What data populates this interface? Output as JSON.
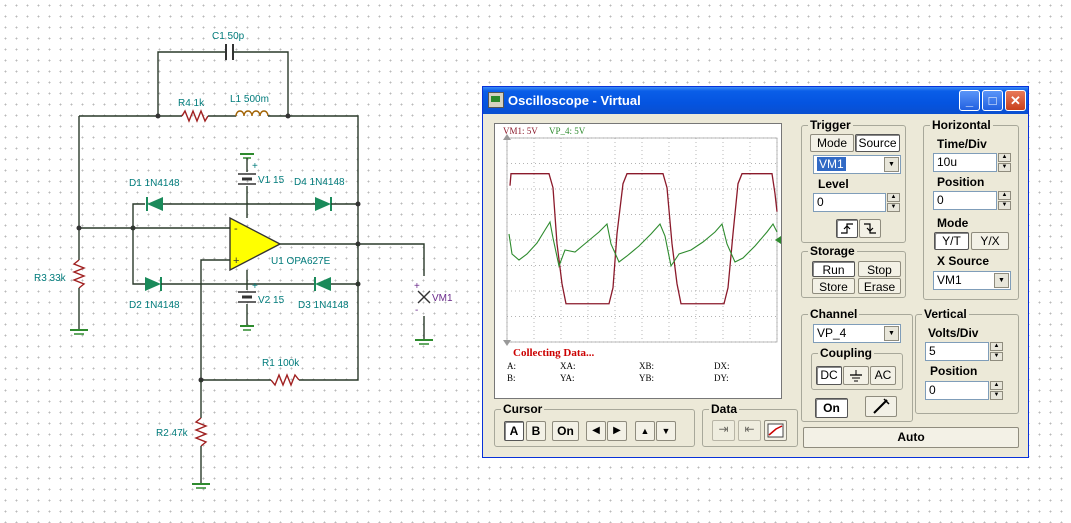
{
  "schematic": {
    "c1": "C1 50p",
    "r4": "R4 1k",
    "l1": "L1 500m",
    "d1": "D1 1N4148",
    "d4": "D4 1N4148",
    "v1": "V1 15",
    "v1_plus": "+",
    "r3": "R3 33k",
    "u1": "U1 OPA627E",
    "d2": "D2 1N4148",
    "d3": "D3 1N4148",
    "v2": "V2 15",
    "v2_plus": "+",
    "vm1": "VM1",
    "vm1_plus": "+",
    "vm1_minus": "-",
    "r1": "R1 100k",
    "r2": "R2 47k",
    "opamp_minus": "-",
    "opamp_plus": "+"
  },
  "window": {
    "title": "Oscilloscope - Virtual",
    "minimize": "_",
    "maximize": "□",
    "close": "✕"
  },
  "screen": {
    "channel_a_label": "VM1: 5V",
    "channel_b_label": "VP_4: 5V",
    "status": "Collecting Data...",
    "readouts": [
      "A:",
      "XA:",
      "XB:",
      "DX:",
      "B:",
      "YA:",
      "YB:",
      "DY:"
    ]
  },
  "trigger": {
    "title": "Trigger",
    "mode": "Mode",
    "source": "Source",
    "source_value": "VM1",
    "level_label": "Level",
    "level_value": "0",
    "rising_edge_icon": "rising-edge-icon",
    "falling_edge_icon": "falling-edge-icon"
  },
  "horizontal": {
    "title": "Horizontal",
    "timediv_label": "Time/Div",
    "timediv_value": "10u",
    "position_label": "Position",
    "position_value": "0",
    "mode_label": "Mode",
    "mode_yt": "Y/T",
    "mode_yx": "Y/X",
    "xsource_label": "X Source",
    "xsource_value": "VM1"
  },
  "storage": {
    "title": "Storage",
    "run": "Run",
    "stop": "Stop",
    "store": "Store",
    "erase": "Erase"
  },
  "channel": {
    "title": "Channel",
    "value": "VP_4",
    "coupling_title": "Coupling",
    "dc": "DC",
    "ground_icon": "ground-icon",
    "ac": "AC",
    "on": "On",
    "probe_icon": "probe-icon"
  },
  "vertical": {
    "title": "Vertical",
    "voltsdiv_label": "Volts/Div",
    "voltsdiv_value": "5",
    "position_label": "Position",
    "position_value": "0"
  },
  "cursor": {
    "title": "Cursor",
    "a": "A",
    "b": "B",
    "on": "On"
  },
  "data_panel": {
    "title": "Data"
  },
  "auto": "Auto",
  "colors": {
    "trace_vm1": "#8b1a2b",
    "trace_vp4": "#2e8b2e",
    "opamp_fill": "#ffff00",
    "diode": "#1a8a5a",
    "label_teal": "#007b7b",
    "status_red": "#cc0000",
    "titlebar": "#0554e0"
  }
}
